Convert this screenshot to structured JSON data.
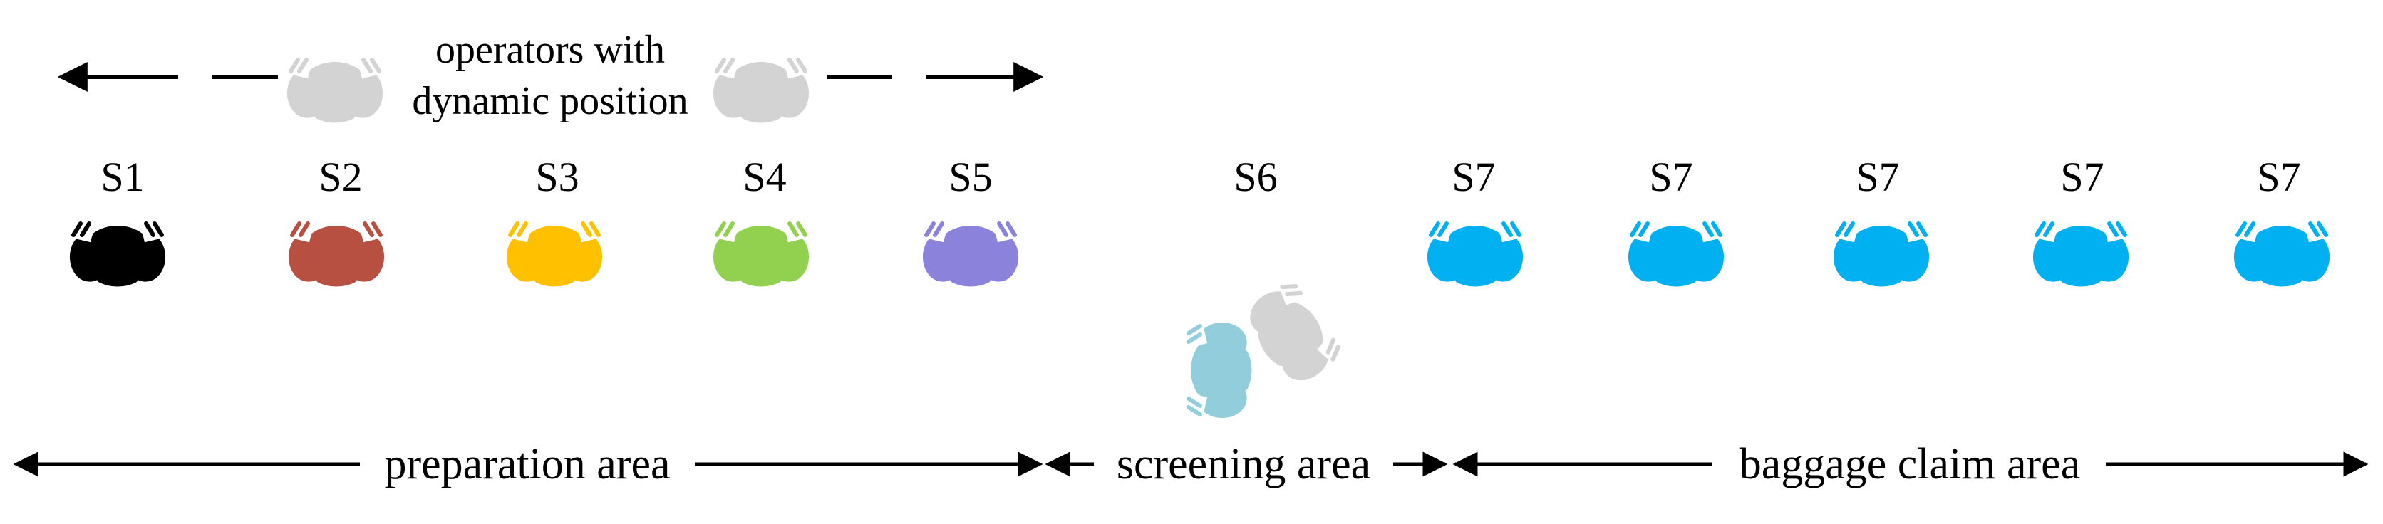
{
  "top_note": {
    "line1": "operators with",
    "line2": "dynamic position"
  },
  "stations": [
    {
      "label": "S1",
      "color": "#000000"
    },
    {
      "label": "S2",
      "color": "#B85042"
    },
    {
      "label": "S3",
      "color": "#FFC000"
    },
    {
      "label": "S4",
      "color": "#92D050"
    },
    {
      "label": "S5",
      "color": "#8B82DC"
    },
    {
      "label": "S6",
      "color": "#92CDDC"
    },
    {
      "label": "S7",
      "color": "#00B0F0"
    },
    {
      "label": "S7",
      "color": "#00B0F0"
    },
    {
      "label": "S7",
      "color": "#00B0F0"
    },
    {
      "label": "S7",
      "color": "#00B0F0"
    },
    {
      "label": "S7",
      "color": "#00B0F0"
    }
  ],
  "areas": [
    {
      "label": "preparation area"
    },
    {
      "label": "screening area"
    },
    {
      "label": "baggage claim area"
    }
  ],
  "colors": {
    "ghost": "#D3D3D3",
    "line": "#000000"
  },
  "icons": {
    "operator": "operator-top-view-icon"
  }
}
